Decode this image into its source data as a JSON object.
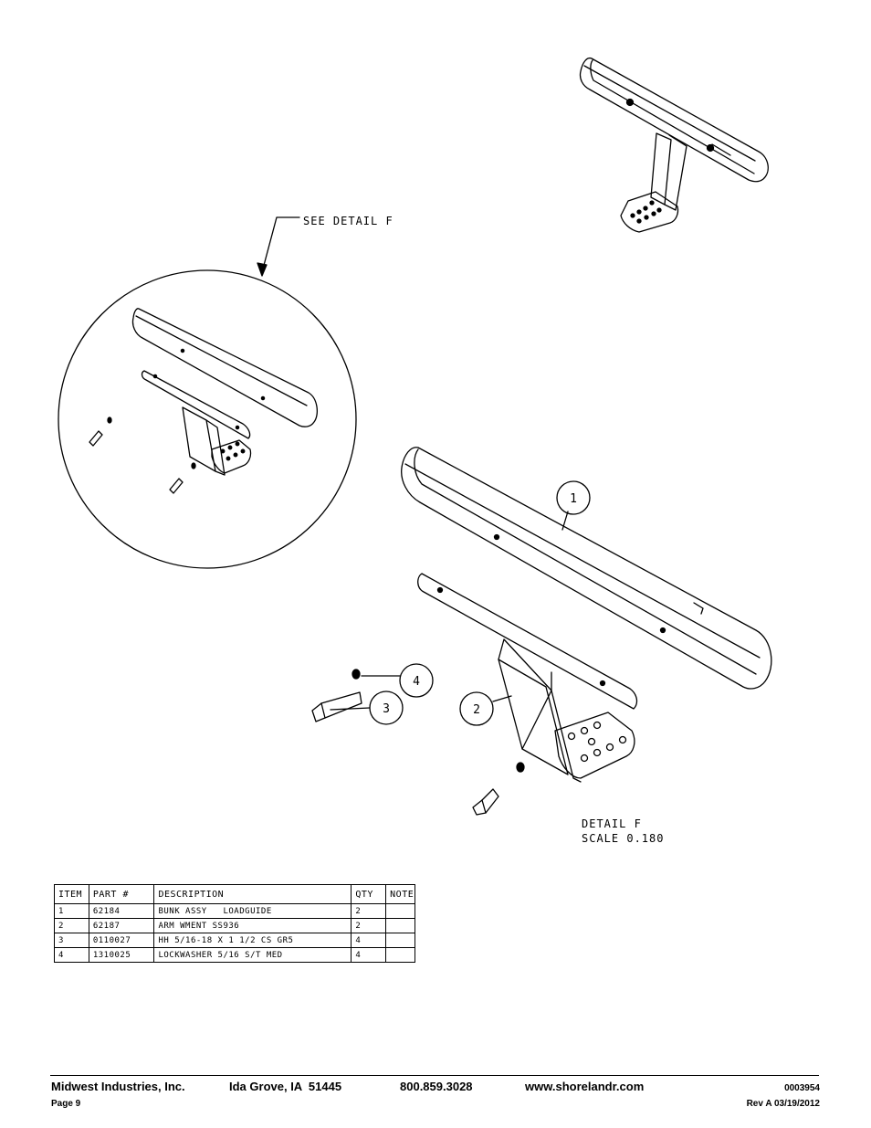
{
  "drawing": {
    "see_detail_label": "SEE DETAIL  F",
    "detail_title": "DETAIL  F",
    "detail_scale": "SCALE  0.180",
    "balloons": [
      "1",
      "2",
      "3",
      "4"
    ]
  },
  "bom": {
    "headers": [
      "ITEM",
      "PART #",
      "DESCRIPTION",
      "QTY",
      "NOTE"
    ],
    "rows": [
      {
        "item": "1",
        "part": "62184",
        "description": "BUNK ASSY   LOADGUIDE",
        "qty": "2",
        "note": ""
      },
      {
        "item": "2",
        "part": "62187",
        "description": "ARM WMENT SS936",
        "qty": "2",
        "note": ""
      },
      {
        "item": "3",
        "part": "0110027",
        "description": "HH 5/16-18 X 1 1/2 CS GR5",
        "qty": "4",
        "note": ""
      },
      {
        "item": "4",
        "part": "1310025",
        "description": "LOCKWASHER 5/16 S/T MED",
        "qty": "4",
        "note": ""
      }
    ]
  },
  "footer": {
    "company": "Midwest Industries, Inc.",
    "location": "Ida Grove, IA  51445",
    "phone": "800.859.3028",
    "website": "www.shorelandr.com",
    "doc_number": "0003954",
    "page": "Page 9",
    "revision": "Rev A 03/19/2012"
  }
}
